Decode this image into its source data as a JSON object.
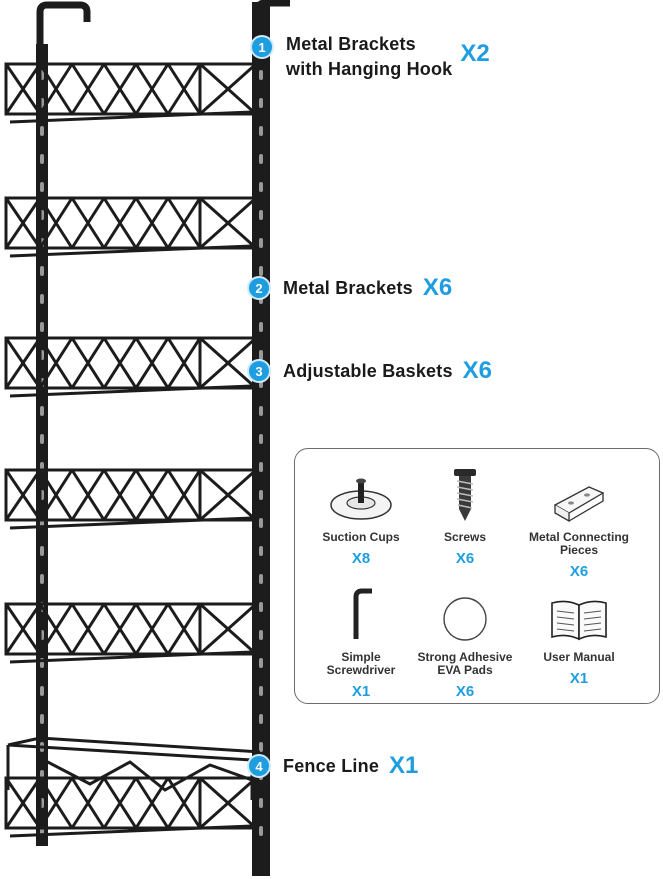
{
  "callouts": [
    {
      "number": "1",
      "label_line1": "Metal Brackets",
      "label_line2": "with Hanging Hook",
      "qty": "X2"
    },
    {
      "number": "2",
      "label": "Metal Brackets",
      "qty": "X6"
    },
    {
      "number": "3",
      "label": "Adjustable Baskets",
      "qty": "X6"
    },
    {
      "number": "4",
      "label": "Fence Line",
      "qty": "X1"
    }
  ],
  "parts": [
    {
      "icon": "suction-cup-icon",
      "name": "Suction Cups",
      "qty": "X8"
    },
    {
      "icon": "screw-icon",
      "name": "Screws",
      "qty": "X6"
    },
    {
      "icon": "connecting-piece-icon",
      "name": "Metal Connecting\nPieces",
      "qty": "X6"
    },
    {
      "icon": "hex-key-icon",
      "name": "Simple\nScrewdriver",
      "qty": "X1"
    },
    {
      "icon": "adhesive-pad-icon",
      "name": "Strong Adhesive\nEVA Pads",
      "qty": "X6"
    },
    {
      "icon": "book-icon",
      "name": "User Manual",
      "qty": "X1"
    }
  ],
  "colors": {
    "accent": "#1e9ee0",
    "metal": "#1c1c1c"
  }
}
